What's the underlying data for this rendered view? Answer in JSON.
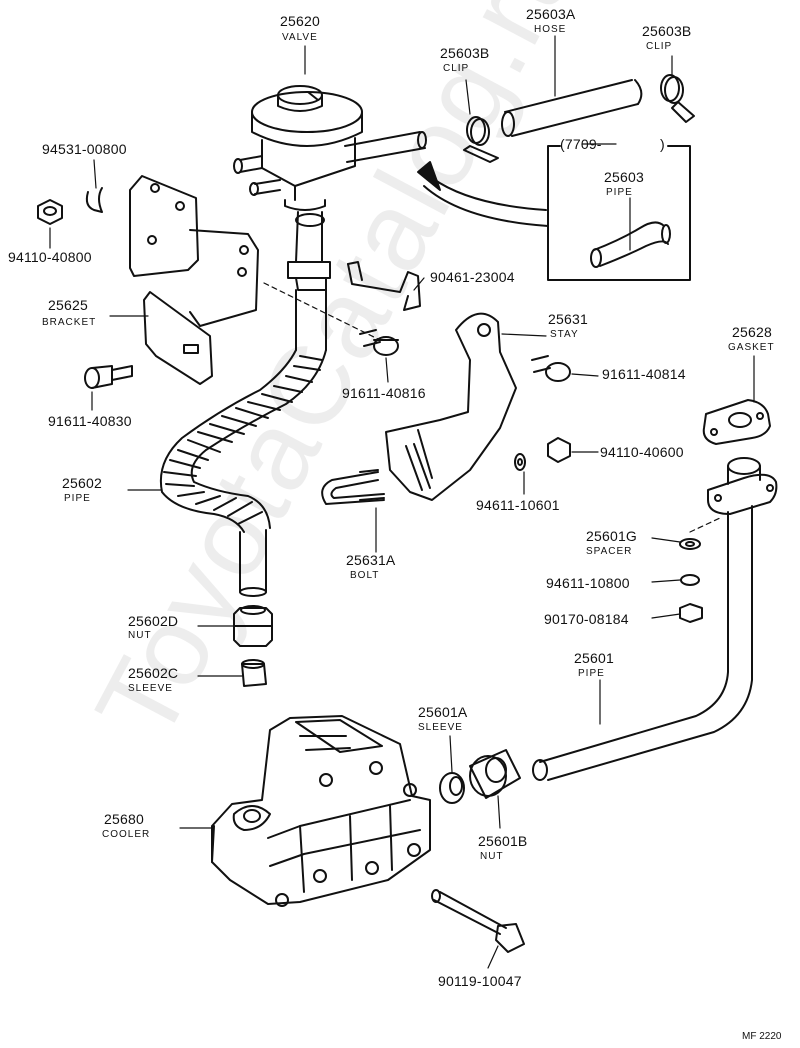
{
  "watermark": "ToyotaCatalog.ru",
  "footer_code": "MF 2220",
  "parts": {
    "valve": {
      "number": "25620",
      "name": "VALVE"
    },
    "hose": {
      "number": "25603A",
      "name": "HOSE"
    },
    "clip_left": {
      "number": "25603B",
      "name": "CLIP"
    },
    "clip_right": {
      "number": "25603B",
      "name": "CLIP"
    },
    "date_code": "(7709-",
    "date_close": ")",
    "pipe_inset": {
      "number": "25603",
      "name": "PIPE"
    },
    "clip_small": {
      "number": "94531-00800"
    },
    "nut_m8": {
      "number": "94110-40800"
    },
    "clamp": {
      "number": "90461-23004"
    },
    "bracket": {
      "number": "25625",
      "name": "BRACKET"
    },
    "stay": {
      "number": "25631",
      "name": "STAY"
    },
    "gasket": {
      "number": "25628",
      "name": "GASKET"
    },
    "bolt_40830": {
      "number": "91611-40830"
    },
    "bolt_40816": {
      "number": "91611-40816"
    },
    "bolt_40814": {
      "number": "91611-40814"
    },
    "nut_m6": {
      "number": "94110-40600"
    },
    "washer_10601": {
      "number": "94611-10601"
    },
    "pipe_flex": {
      "number": "25602",
      "name": "PIPE"
    },
    "u_bolt": {
      "number": "25631A",
      "name": "BOLT"
    },
    "spacer": {
      "number": "25601G",
      "name": "SPACER"
    },
    "washer_10800": {
      "number": "94611-10800"
    },
    "nut_08184": {
      "number": "90170-08184"
    },
    "nut_d": {
      "number": "25602D",
      "name": "NUT"
    },
    "sleeve_c": {
      "number": "25602C",
      "name": "SLEEVE"
    },
    "pipe_main": {
      "number": "25601",
      "name": "PIPE"
    },
    "sleeve_a": {
      "number": "25601A",
      "name": "SLEEVE"
    },
    "cooler": {
      "number": "25680",
      "name": "COOLER"
    },
    "nut_b": {
      "number": "25601B",
      "name": "NUT"
    },
    "bolt_10047": {
      "number": "90119-10047"
    }
  }
}
